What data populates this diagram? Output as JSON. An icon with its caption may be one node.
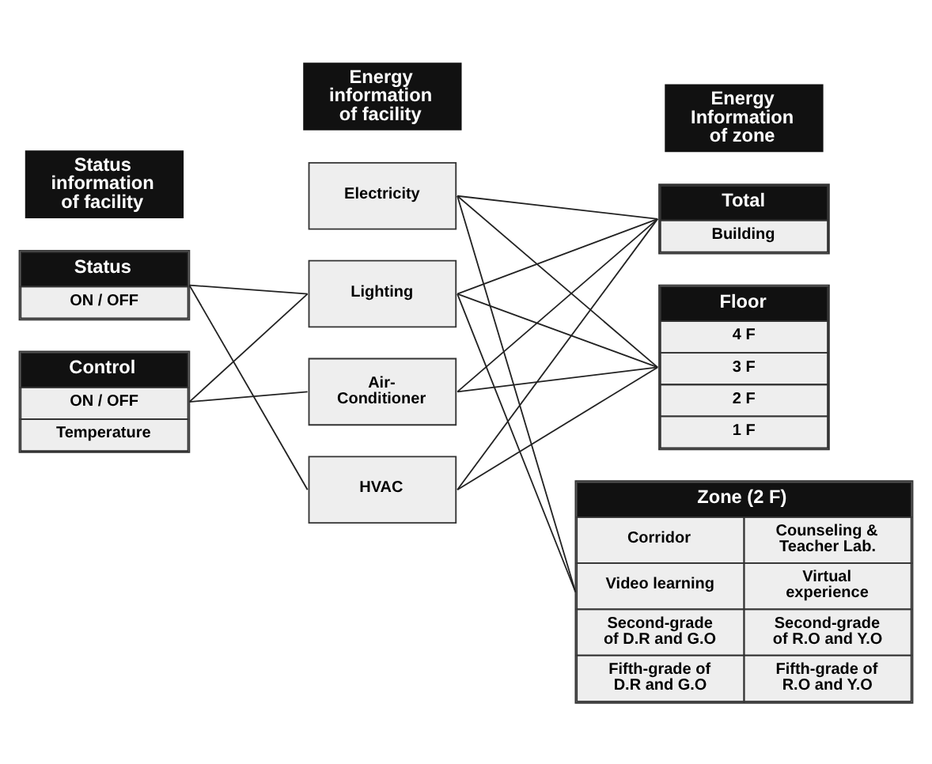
{
  "diagram": {
    "nodes": [
      {
        "text": [
          "Status information of facility"
        ]
      },
      {
        "text": [
          "Energy information of facility"
        ]
      },
      {
        "text": [
          "Energy Information of zone"
        ]
      },
      {
        "text": [
          "Status",
          "ON / OFF"
        ]
      },
      {
        "text": [
          "Control",
          "ON / OFF",
          "Temperature"
        ]
      },
      {
        "text": [
          "Electricity"
        ]
      },
      {
        "text": [
          "Lighting"
        ]
      },
      {
        "text": [
          "Air-Conditioner"
        ]
      },
      {
        "text": [
          "HVAC"
        ]
      },
      {
        "text": [
          "Total",
          "Building"
        ]
      },
      {
        "text": [
          "Floor",
          "4 F",
          "3 F",
          "2 F",
          "1 F"
        ]
      },
      {
        "text": [
          "Zone (2 F)",
          "Corridor",
          "Counseling & Teacher Lab.",
          "Video learning",
          "Virtual experience",
          "Second-grade of D.R and G.O",
          "Second-grade of R.O and Y.O",
          "Fifth-grade of D.R and G.O",
          "Fifth-grade of R.O and Y.O"
        ]
      }
    ],
    "edges": [
      {
        "from": 3,
        "to": 6,
        "arrow": "none"
      },
      {
        "from": 3,
        "to": 8,
        "arrow": "none"
      },
      {
        "from": 4,
        "to": 6,
        "arrow": "none"
      },
      {
        "from": 4,
        "to": 7,
        "arrow": "none"
      },
      {
        "from": 5,
        "to": 9,
        "arrow": "none"
      },
      {
        "from": 5,
        "to": 10,
        "arrow": "none"
      },
      {
        "from": 5,
        "to": 11,
        "arrow": "none"
      },
      {
        "from": 6,
        "to": 9,
        "arrow": "none"
      },
      {
        "from": 6,
        "to": 10,
        "arrow": "none"
      },
      {
        "from": 6,
        "to": 11,
        "arrow": "none"
      },
      {
        "from": 7,
        "to": 9,
        "arrow": "none"
      },
      {
        "from": 7,
        "to": 10,
        "arrow": "none"
      },
      {
        "from": 8,
        "to": 9,
        "arrow": "none"
      },
      {
        "from": 8,
        "to": 10,
        "arrow": "none"
      }
    ]
  }
}
